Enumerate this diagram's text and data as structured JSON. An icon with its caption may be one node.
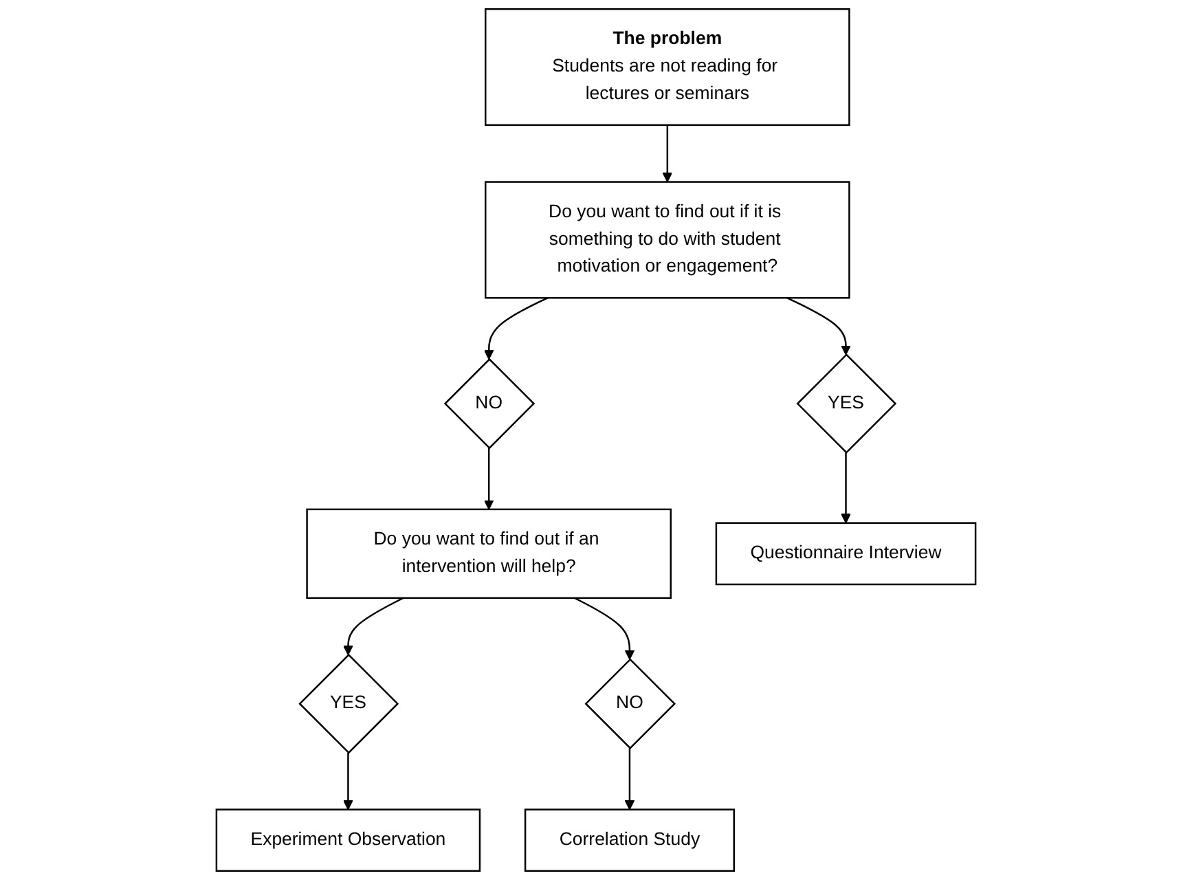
{
  "diagram": {
    "nodes": [
      {
        "text": [
          "The problem",
          "Students are not reading for lectures or seminars"
        ]
      },
      {
        "text": [
          "Do you want to find out if it is something to do with student motivation or engagement?"
        ]
      },
      {
        "text": [
          "Do you want to find out if an intervention will help?"
        ]
      },
      {
        "text": [
          "YES"
        ]
      },
      {
        "text": [
          "NO"
        ]
      },
      {
        "text": [
          "YES"
        ]
      },
      {
        "text": [
          "NO"
        ]
      },
      {
        "text": [
          "Questionnaire Interview"
        ]
      },
      {
        "text": [
          "Experiment Observation"
        ]
      },
      {
        "text": [
          "Correlation Study"
        ]
      }
    ],
    "edges": [
      {
        "from": 0,
        "to": 1,
        "arrow": "to"
      },
      {
        "from": 1,
        "to": 3,
        "arrow": "to"
      },
      {
        "from": 1,
        "to": 4,
        "arrow": "to"
      },
      {
        "from": 4,
        "to": 2,
        "arrow": "to"
      },
      {
        "from": 2,
        "to": 5,
        "arrow": "to"
      },
      {
        "from": 2,
        "to": 6,
        "arrow": "to"
      },
      {
        "from": 3,
        "to": 7,
        "arrow": "to"
      },
      {
        "from": 5,
        "to": 8,
        "arrow": "to"
      },
      {
        "from": 6,
        "to": 9,
        "arrow": "to"
      }
    ]
  }
}
